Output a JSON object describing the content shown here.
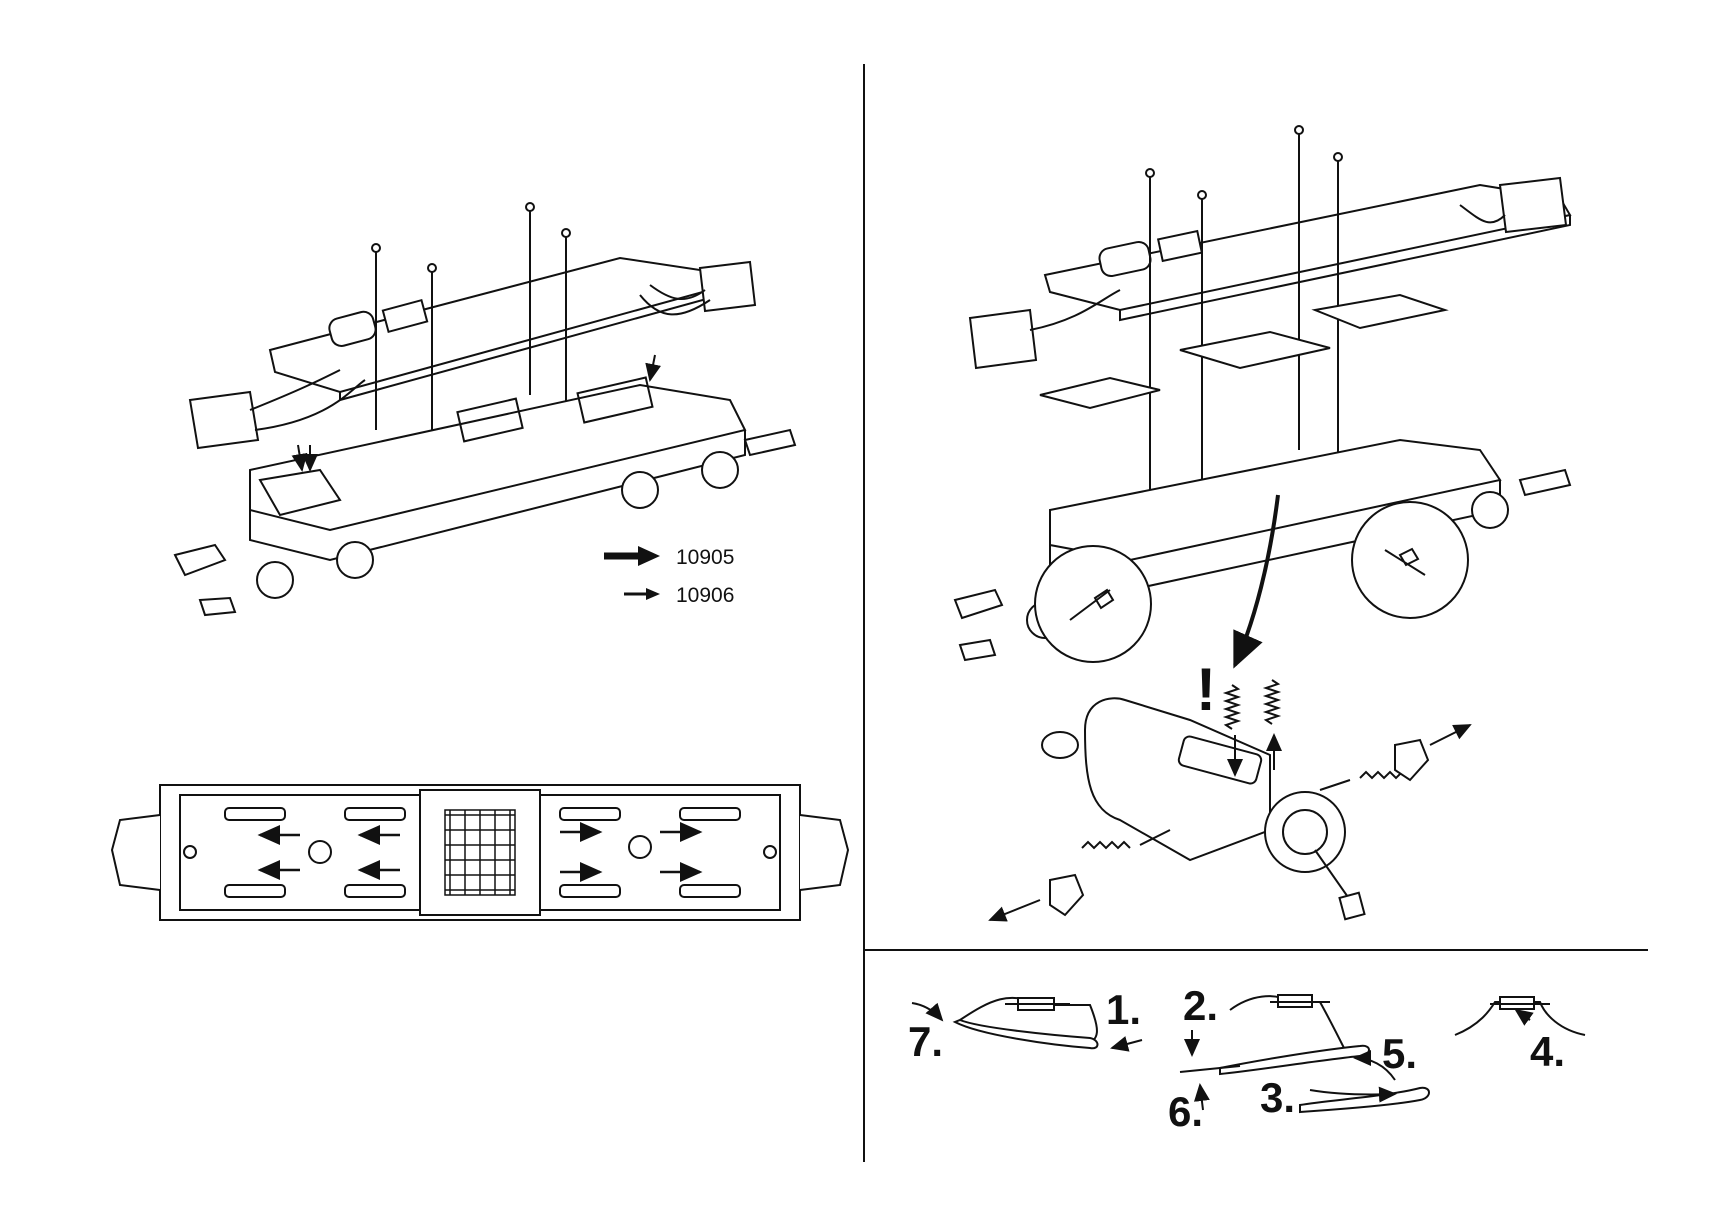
{
  "legend": [
    {
      "code": "10905",
      "arrow": "thick-arrow-icon"
    },
    {
      "code": "10906",
      "arrow": "thin-arrow-icon"
    }
  ],
  "caution_mark": "!",
  "steps": [
    "1.",
    "2.",
    "3.",
    "4.",
    "5.",
    "6.",
    "7."
  ],
  "colors": {
    "line": "#111111",
    "background": "#ffffff"
  }
}
